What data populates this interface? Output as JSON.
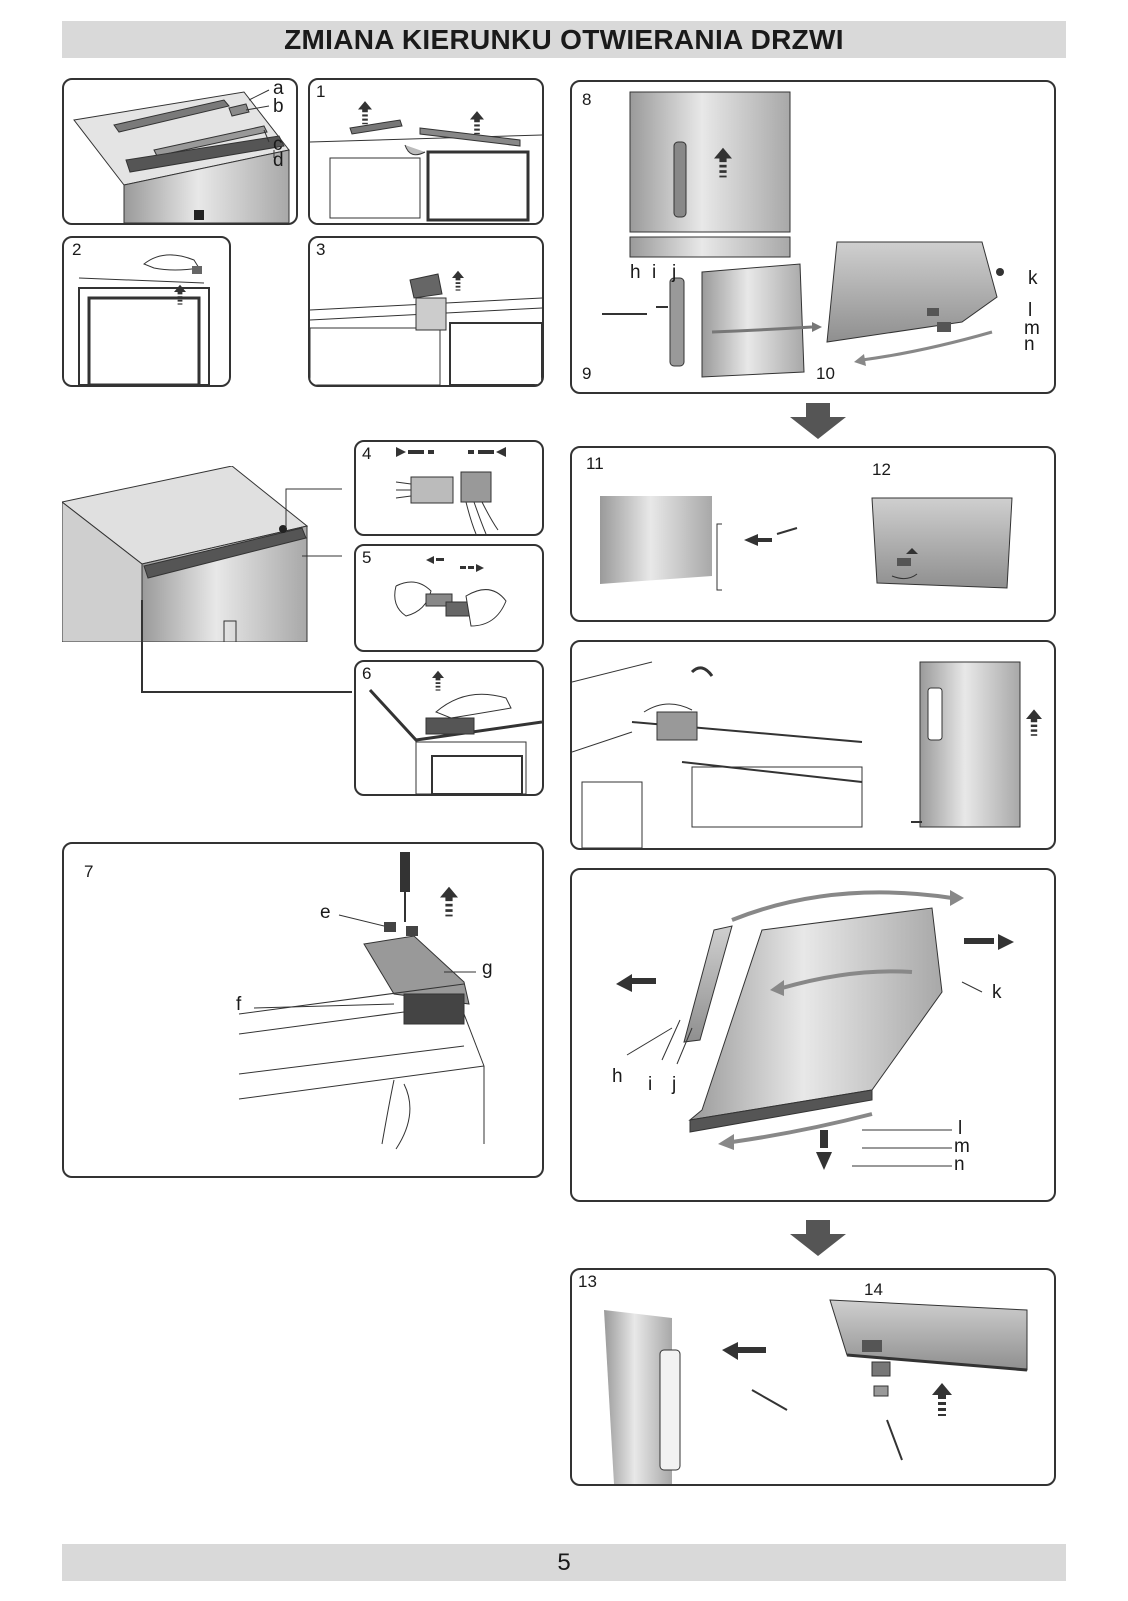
{
  "page": {
    "title": "ZMIANA KIERUNKU OTWIERANIA DRZWI",
    "page_number": "5"
  },
  "steps": {
    "s1": "1",
    "s2": "2",
    "s3": "3",
    "s4": "4",
    "s5": "5",
    "s6": "6",
    "s7": "7",
    "s8": "8",
    "s9": "9",
    "s10": "10",
    "s11": "11",
    "s12": "12",
    "s13": "13",
    "s14": "14"
  },
  "labels": {
    "a": "a",
    "b": "b",
    "c": "c",
    "d": "d",
    "e": "e",
    "f": "f",
    "g": "g",
    "h": "h",
    "i": "i",
    "j": "j",
    "k": "k",
    "l": "l",
    "m": "m",
    "n": "n"
  },
  "colors": {
    "bar": "#d9d9d9",
    "frame": "#333333",
    "arrow": "#555555",
    "steel_light": "#e6e6e6",
    "steel_dark": "#9a9a9a"
  },
  "icons": [
    "up-arrow-icon",
    "left-arrow-icon",
    "right-arrow-icon",
    "down-arrow-icon",
    "screwdriver-icon",
    "hand-icon",
    "rotate-arrow-icon"
  ]
}
